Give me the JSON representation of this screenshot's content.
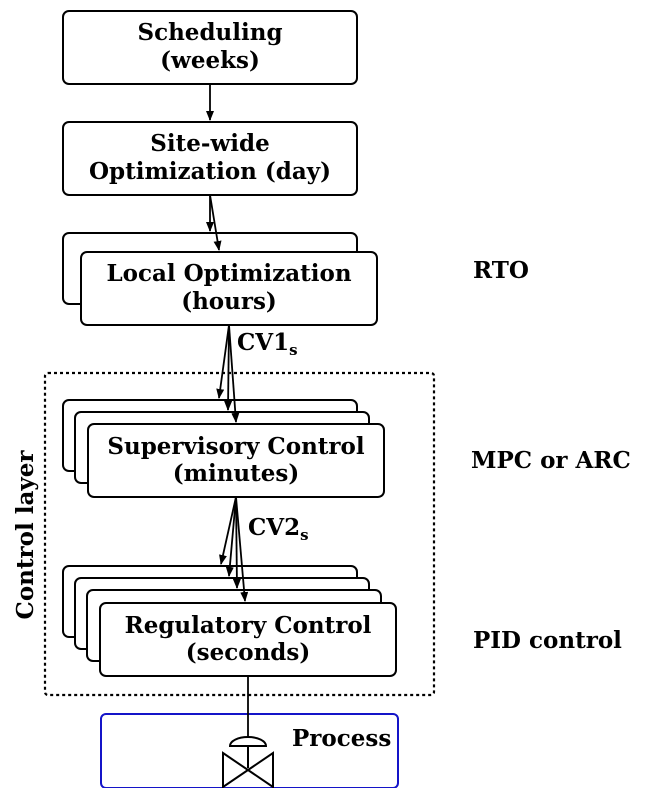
{
  "nodes": {
    "scheduling": {
      "line1": "Scheduling",
      "line2": "(weeks)"
    },
    "sitewide": {
      "line1": "Site-wide",
      "line2": "Optimization (day)"
    },
    "local": {
      "line1": "Local Optimization",
      "line2": "(hours)"
    },
    "supervisory": {
      "line1": "Supervisory Control",
      "line2": "(minutes)"
    },
    "regulatory": {
      "line1": "Regulatory Control",
      "line2": "(seconds)"
    },
    "process": {
      "label": "Process"
    }
  },
  "edge_labels": {
    "cv1": {
      "main": "CV1",
      "sub": "s"
    },
    "cv2": {
      "main": "CV2",
      "sub": "s"
    }
  },
  "side_labels": {
    "rto": "RTO",
    "mpc": "MPC or ARC",
    "pid": "PID control"
  },
  "group_label": "Control layer",
  "colors": {
    "process_border": "#1414c8",
    "ink": "#000000"
  }
}
